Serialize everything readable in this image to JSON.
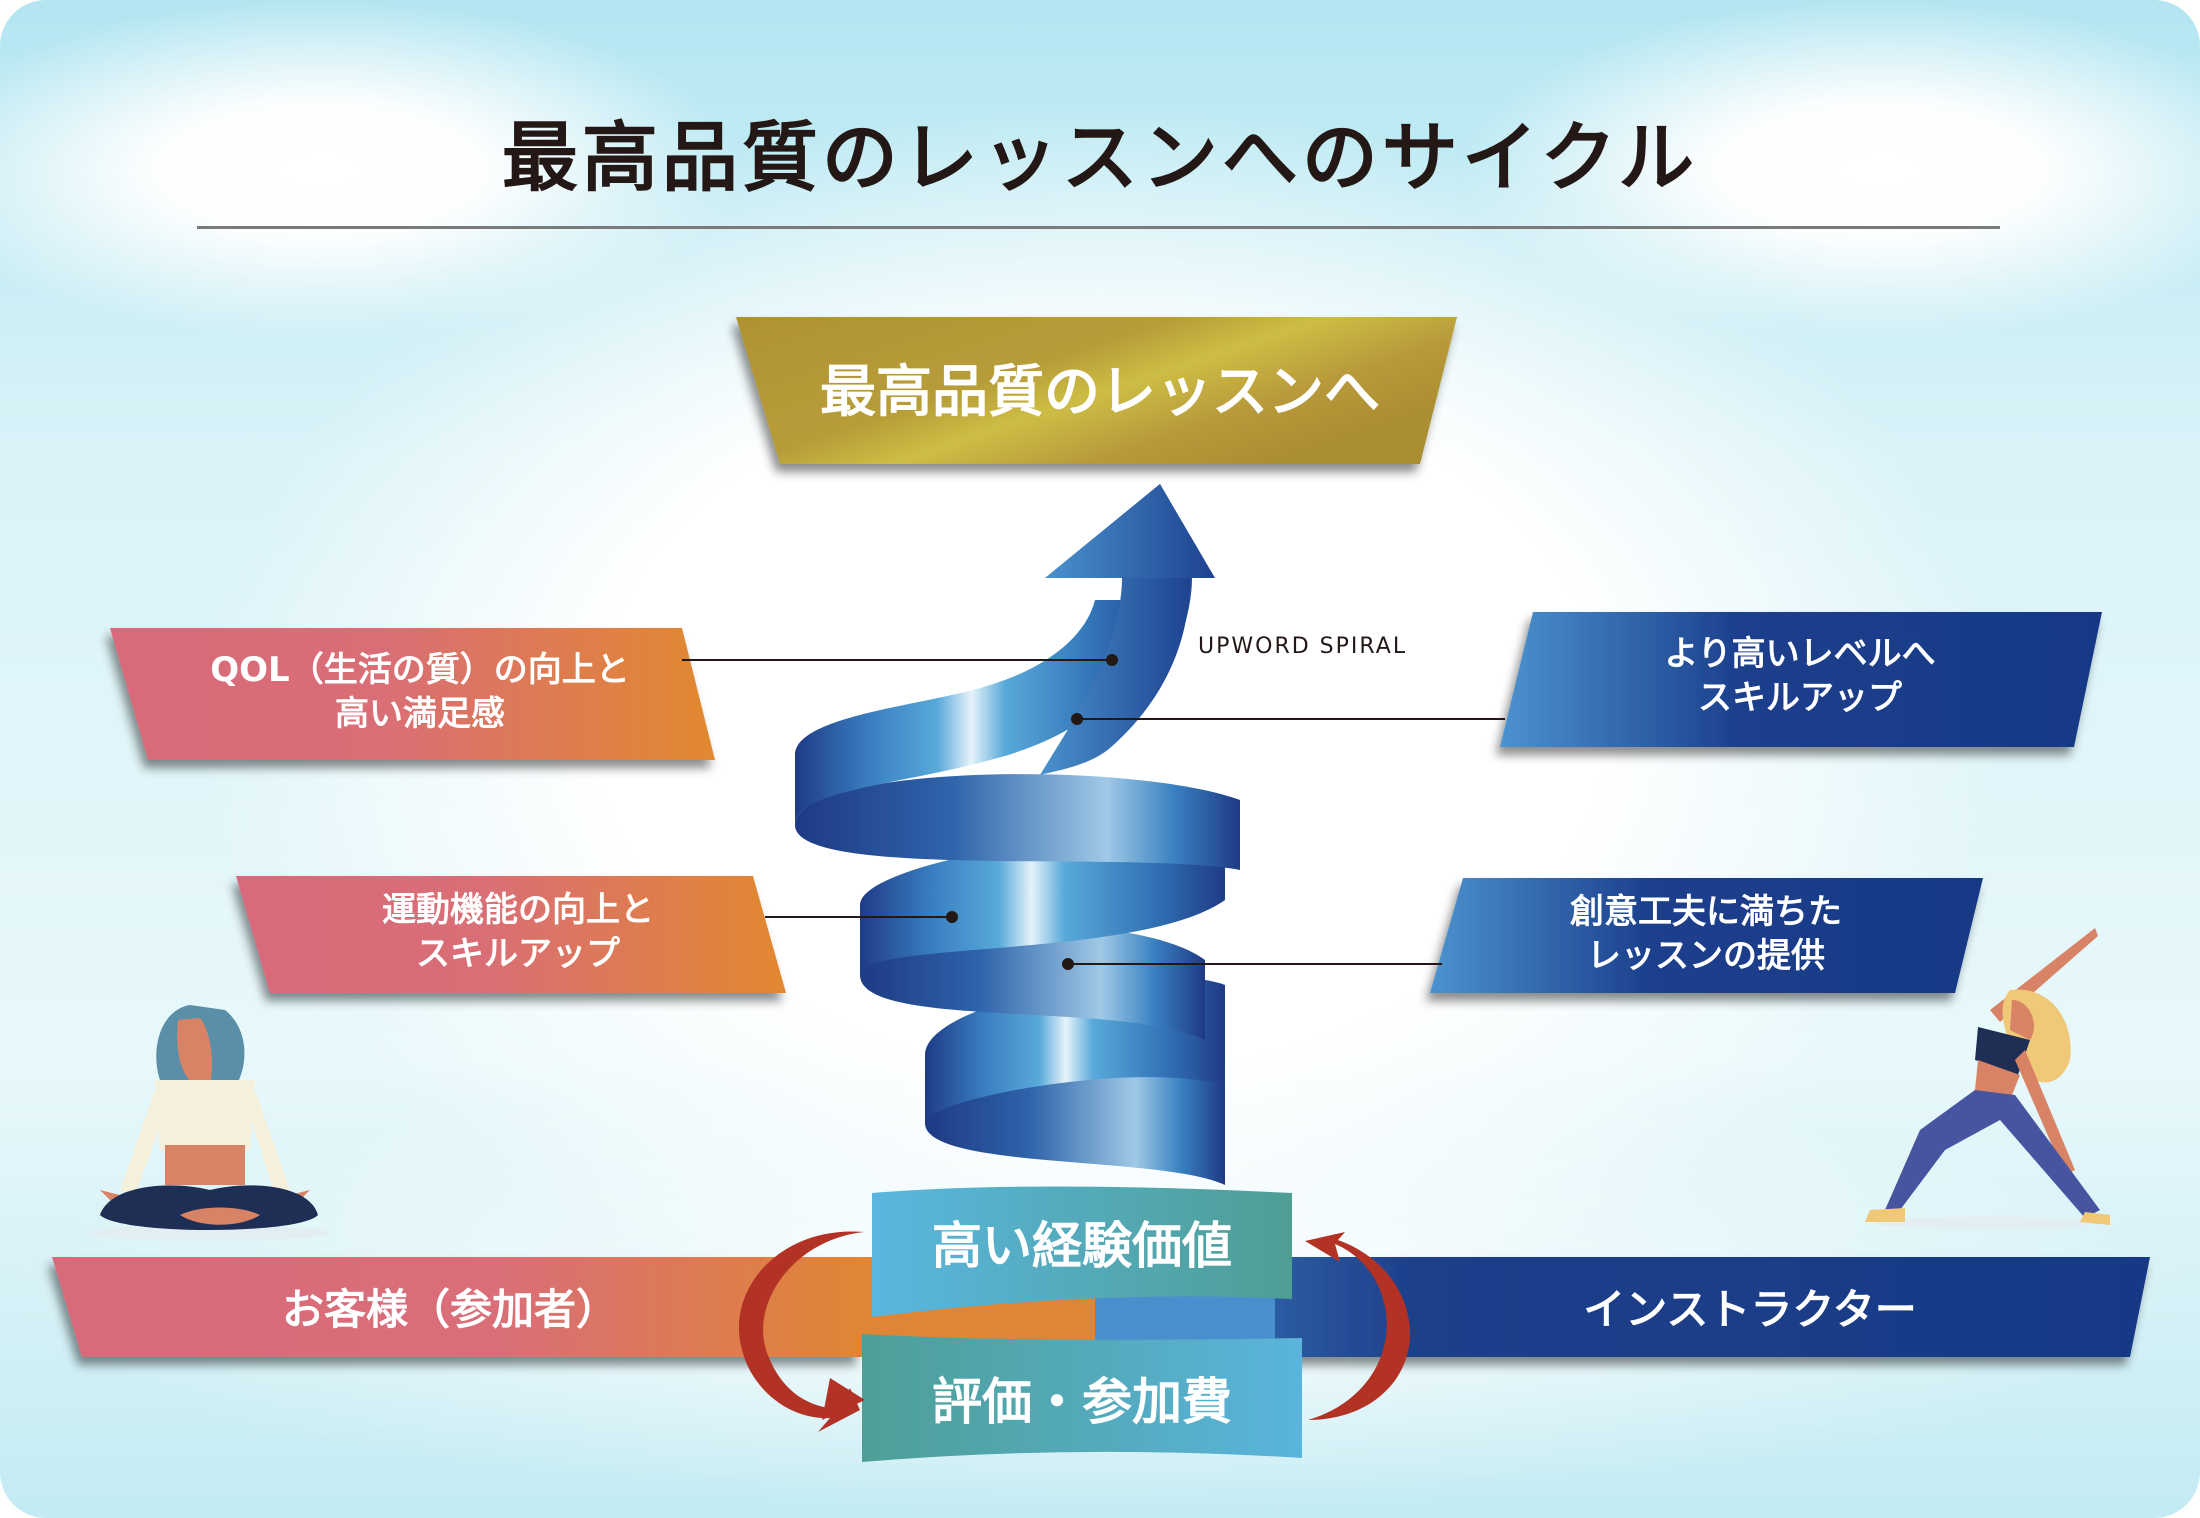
{
  "title": "最高品質のレッスンへのサイクル",
  "goal": {
    "label": "最高品質のレッスンへ"
  },
  "spiral_caption": "UPWORD SPIRAL",
  "left_benefits": [
    {
      "line1": "QOL（生活の質）の向上と",
      "line2": "高い満足感"
    },
    {
      "line1": "運動機能の向上と",
      "line2": "スキルアップ"
    }
  ],
  "right_benefits": [
    {
      "line1": "より高いレベルへ",
      "line2": "スキルアップ"
    },
    {
      "line1": "創意工夫に満ちた",
      "line2": "レッスンの提供"
    }
  ],
  "participants": {
    "customer": "お客様（参加者）",
    "instructor": "インストラクター"
  },
  "cycle": {
    "top": "高い経験価値",
    "bottom": "評価・参加費"
  },
  "colors": {
    "gold_dark": "#b19434",
    "gold_light": "#cdbb43",
    "pink": "#d96a7b",
    "orange": "#e08a32",
    "blue_light": "#4a90cc",
    "blue_dark": "#173a86",
    "teal_light": "#5ab4dc",
    "teal_dark": "#4d9f96",
    "arrow_red": "#b23226",
    "title_text": "#231815"
  }
}
